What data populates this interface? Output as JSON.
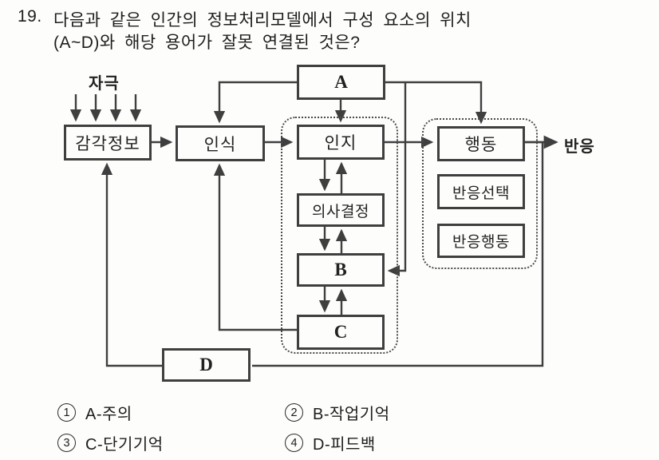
{
  "question": {
    "number": "19.",
    "line1": "다음과 같은 인간의 정보처리모델에서 구성 요소의 위치",
    "line2": "(A~D)와 해당 용어가 잘못 연결된 것은?"
  },
  "diagram": {
    "stimulus_label": "자극",
    "response_label": "반응",
    "boxes": {
      "sensory": "감각정보",
      "recognition": "인식",
      "a": "A",
      "cognition": "인지",
      "decision": "의사결정",
      "b": "B",
      "c": "C",
      "d": "D",
      "action": "행동",
      "response_selection": "반응선택",
      "response_action": "반응행동"
    },
    "colors": {
      "line": "#3f3f3f",
      "text": "#222222",
      "background": "#fdfdfb"
    }
  },
  "options": [
    {
      "num": "1",
      "label": "A-주의"
    },
    {
      "num": "2",
      "label": "B-작업기억"
    },
    {
      "num": "3",
      "label": "C-단기기억"
    },
    {
      "num": "4",
      "label": "D-피드백"
    }
  ]
}
